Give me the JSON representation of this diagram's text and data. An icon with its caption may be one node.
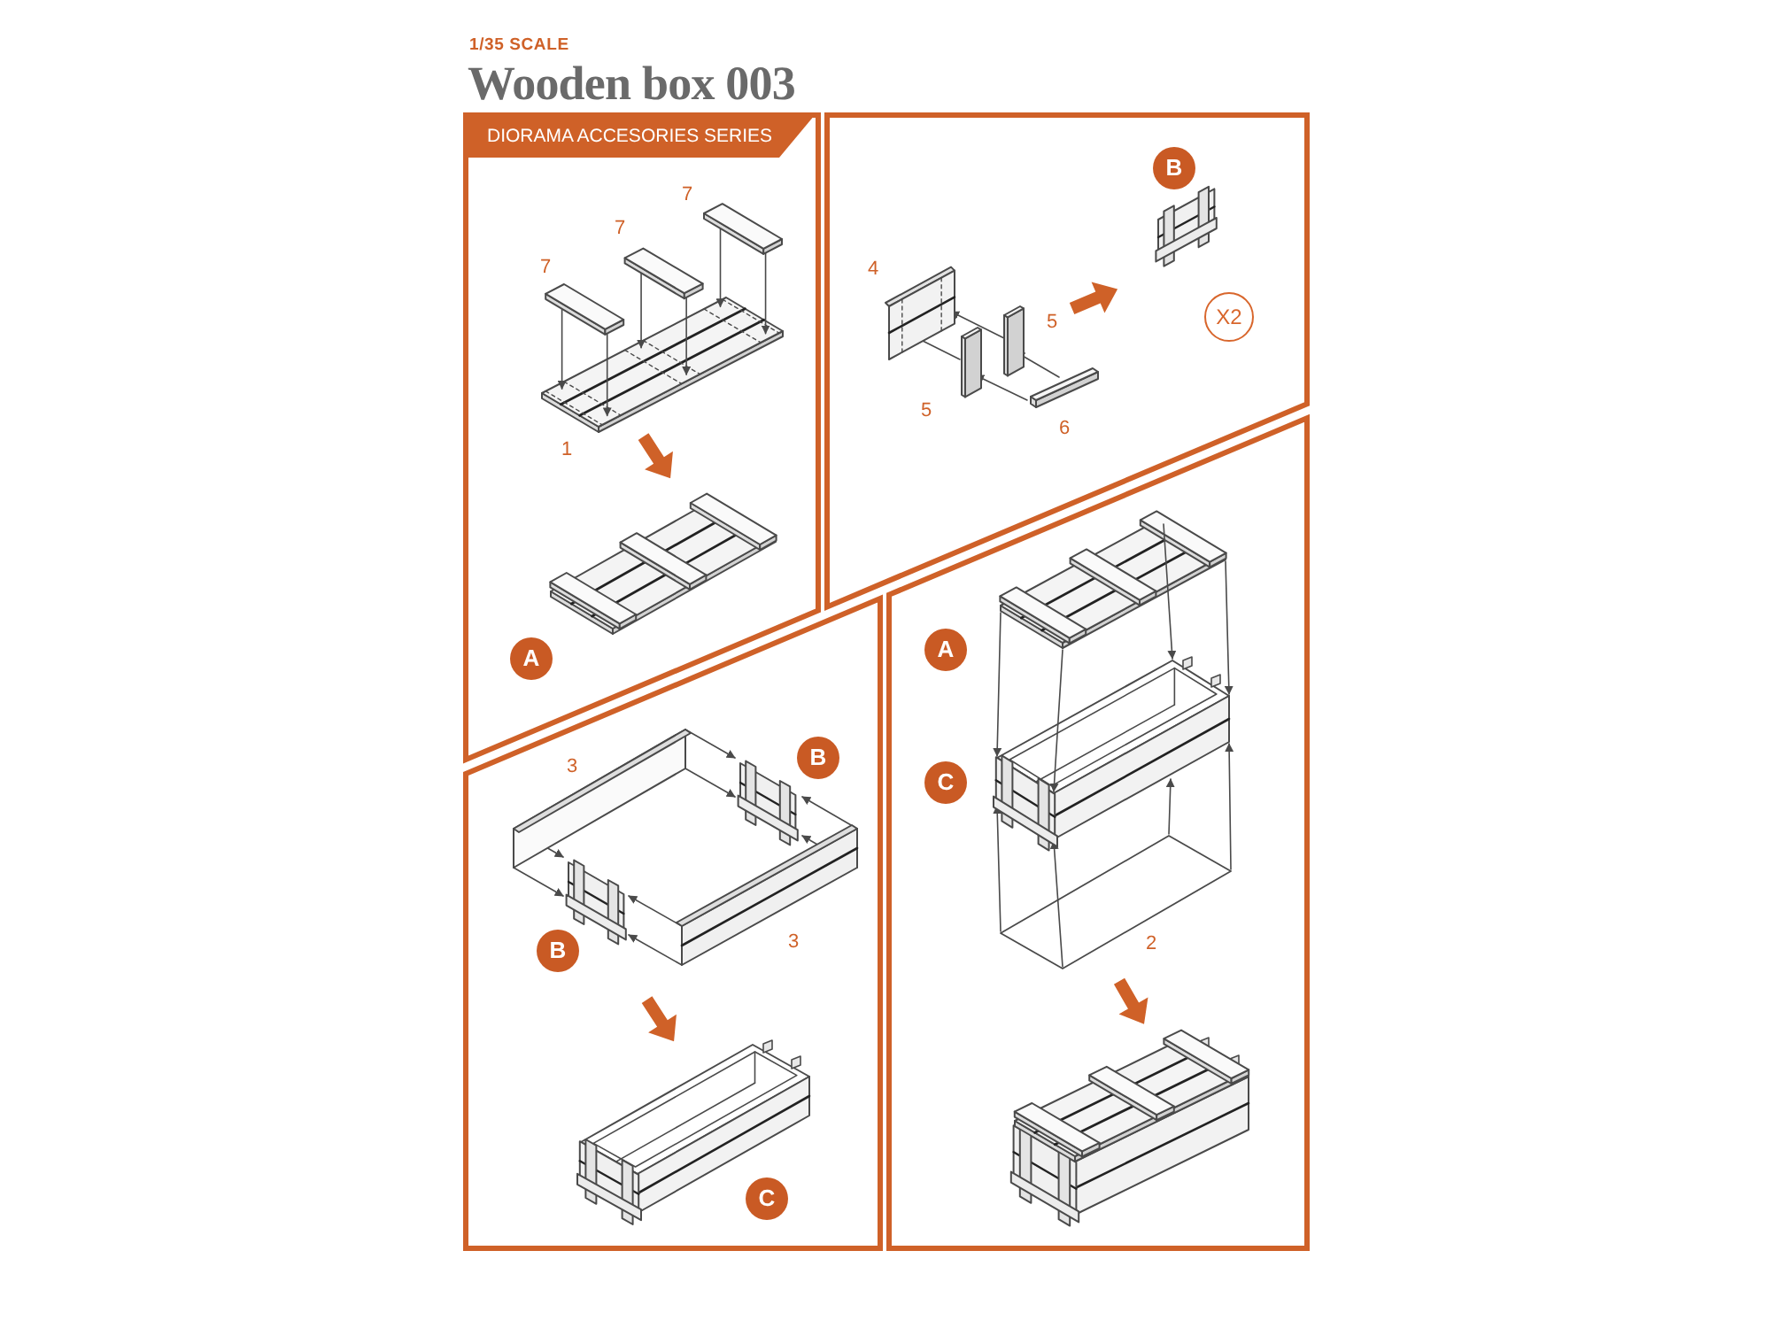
{
  "diagram": {
    "title": "Wooden box 003",
    "nodes": [
      {
        "text": [
          "DIORAMA ACCESORIES SERIES"
        ]
      },
      {
        "text": [
          "A"
        ]
      },
      {
        "text": [
          "B"
        ]
      },
      {
        "text": [
          "X2"
        ]
      },
      {
        "text": [
          "B"
        ]
      },
      {
        "text": [
          "B"
        ]
      },
      {
        "text": [
          "C"
        ]
      },
      {
        "text": [
          "A"
        ]
      },
      {
        "text": [
          "C"
        ]
      }
    ],
    "labels": [
      "1/35 SCALE",
      "7",
      "7",
      "7",
      "1",
      "4",
      "5",
      "5",
      "6",
      "3",
      "3",
      "2"
    ]
  }
}
